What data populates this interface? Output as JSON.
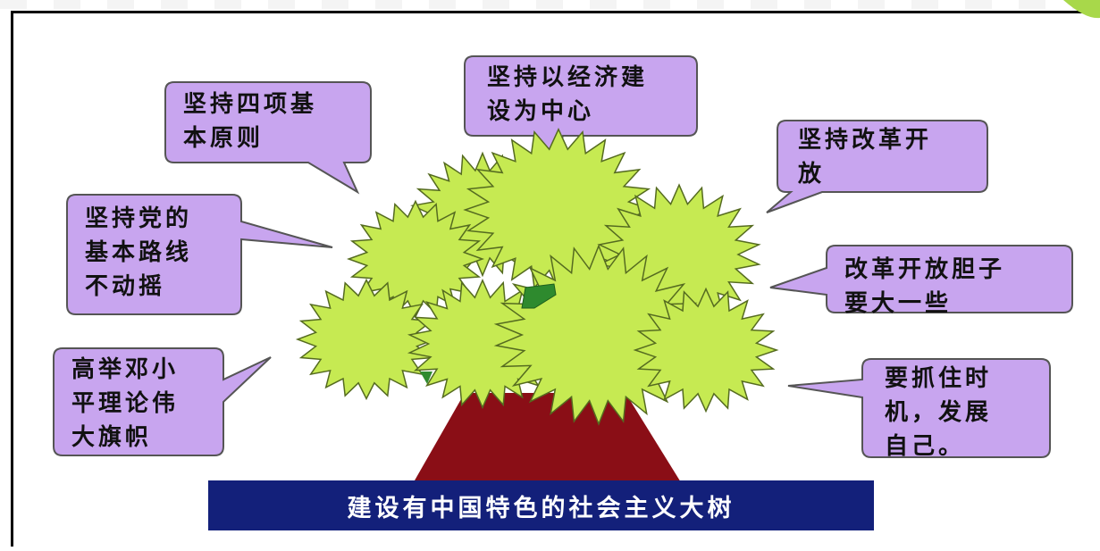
{
  "diagram": {
    "callouts": [
      {
        "id": "c1",
        "text": "坚持以经济建\n设为中心"
      },
      {
        "id": "c2",
        "text": "坚持四项基\n本原则"
      },
      {
        "id": "c3",
        "text": "坚持改革开\n放"
      },
      {
        "id": "c4",
        "text": "坚持党的\n基本路线\n不动摇"
      },
      {
        "id": "c5",
        "text": "改革开放胆子\n要大一些"
      },
      {
        "id": "c6",
        "text": "高举邓小\n平理论伟\n大旗帜"
      },
      {
        "id": "c7",
        "text": "要抓住时\n机，发展\n自己。"
      }
    ],
    "banner": "建设有中国特色的社会主义大树",
    "colors": {
      "callout_fill": "#c8a5ef",
      "callout_stroke": "#555555",
      "foliage": "#c6ea52",
      "foliage_stroke": "#556b20",
      "trunk": "#8a0e16",
      "banner_bg": "#13207a",
      "banner_text": "#ffffff",
      "accent_leaf": "#a8d84a"
    }
  }
}
